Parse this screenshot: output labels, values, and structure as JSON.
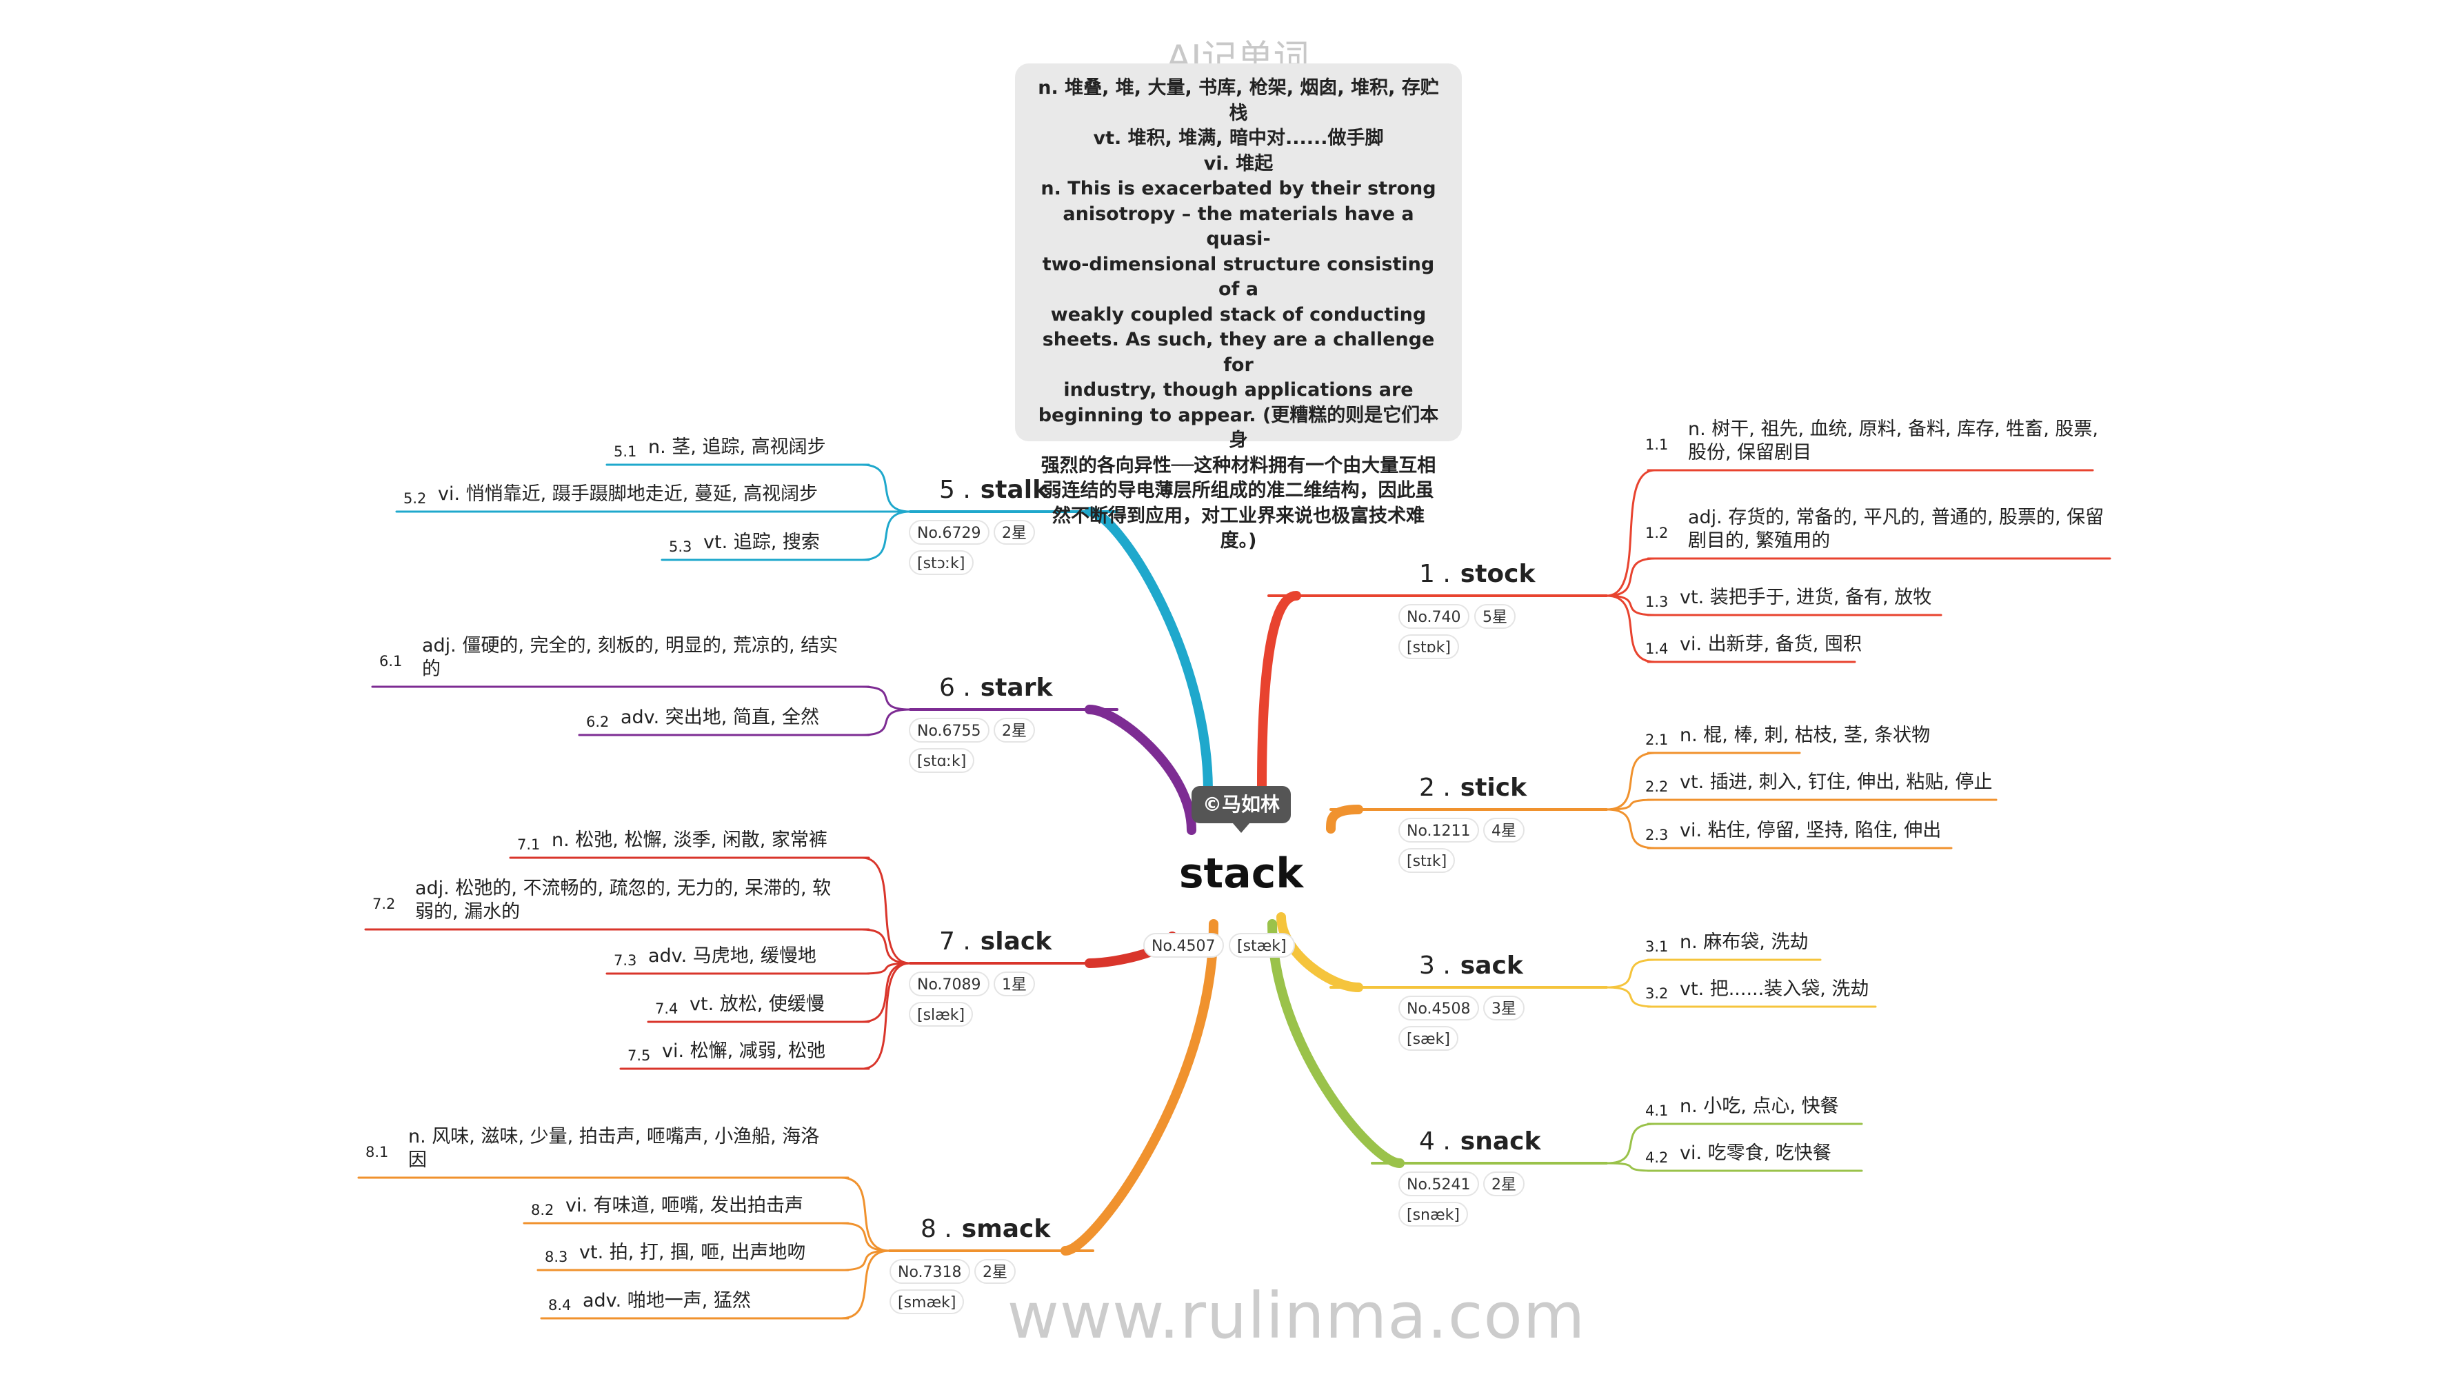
{
  "watermark_top": "AI记单词",
  "watermark_bottom": "www.rulinma.com",
  "note_lines": [
    "n. 堆叠, 堆, 大量, 书库, 枪架, 烟囱, 堆积, 存贮栈",
    "vt. 堆积, 堆满, 暗中对......做手脚",
    "vi. 堆起",
    "n. This is exacerbated by their strong",
    "anisotropy – the materials have a quasi-",
    "two-dimensional structure consisting of a",
    "weakly coupled stack of conducting",
    "sheets. As such, they are a challenge for",
    "industry, though applications are",
    "beginning to appear. (更糟糕的则是它们本身",
    "强烈的各向异性──这种材料拥有一个由大量互相",
    "弱连结的导电薄层所组成的准二维结构，因此虽",
    "然不断得到应用，对工业界来说也极富技术难",
    "度。)"
  ],
  "center": {
    "word": "stack",
    "no": "No.4507",
    "phonetic": "[stæk]",
    "author": "©马如林"
  },
  "branches": [
    {
      "num": "1 .",
      "word": "stock",
      "no": "No.740",
      "stars": "5星",
      "phonetic": "[stɒk]",
      "color": "#e8432f",
      "leaves": [
        {
          "num": "1.1",
          "text": [
            "n. 树干, 祖先, 血统, 原料, 备料, 库存, 牲畜, 股票,",
            "股份, 保留剧目"
          ]
        },
        {
          "num": "1.2",
          "text": [
            "adj. 存货的, 常备的, 平凡的, 普通的, 股票的, 保留",
            "剧目的, 繁殖用的"
          ]
        },
        {
          "num": "1.3",
          "text": [
            "vt. 装把手于, 进货, 备有, 放牧"
          ]
        },
        {
          "num": "1.4",
          "text": [
            "vi. 出新芽, 备货, 囤积"
          ]
        }
      ]
    },
    {
      "num": "2 .",
      "word": "stick",
      "no": "No.1211",
      "stars": "4星",
      "phonetic": "[stɪk]",
      "color": "#f0922e",
      "leaves": [
        {
          "num": "2.1",
          "text": [
            "n. 棍, 棒, 刺, 枯枝, 茎, 条状物"
          ]
        },
        {
          "num": "2.2",
          "text": [
            "vt. 插进, 刺入, 钉住, 伸出, 粘贴, 停止"
          ]
        },
        {
          "num": "2.3",
          "text": [
            "vi. 粘住, 停留, 坚持, 陷住, 伸出"
          ]
        }
      ]
    },
    {
      "num": "3 .",
      "word": "sack",
      "no": "No.4508",
      "stars": "3星",
      "phonetic": "[sæk]",
      "color": "#f5c43c",
      "leaves": [
        {
          "num": "3.1",
          "text": [
            "n. 麻布袋, 洗劫"
          ]
        },
        {
          "num": "3.2",
          "text": [
            "vt. 把......装入袋, 洗劫"
          ]
        }
      ]
    },
    {
      "num": "4 .",
      "word": "snack",
      "no": "No.5241",
      "stars": "2星",
      "phonetic": "[snæk]",
      "color": "#9ac24a",
      "leaves": [
        {
          "num": "4.1",
          "text": [
            "n. 小吃, 点心, 快餐"
          ]
        },
        {
          "num": "4.2",
          "text": [
            "vi. 吃零食, 吃快餐"
          ]
        }
      ]
    },
    {
      "num": "5 .",
      "word": "stalk",
      "no": "No.6729",
      "stars": "2星",
      "phonetic": "[stɔːk]",
      "color": "#1fa8cc",
      "leaves": [
        {
          "num": "5.1",
          "text": [
            "n. 茎, 追踪, 高视阔步"
          ]
        },
        {
          "num": "5.2",
          "text": [
            "vi. 悄悄靠近, 蹑手蹑脚地走近, 蔓延, 高视阔步"
          ]
        },
        {
          "num": "5.3",
          "text": [
            "vt. 追踪, 搜索"
          ]
        }
      ]
    },
    {
      "num": "6 .",
      "word": "stark",
      "no": "No.6755",
      "stars": "2星",
      "phonetic": "[stɑːk]",
      "color": "#7d2c93",
      "leaves": [
        {
          "num": "6.1",
          "text": [
            "adj. 僵硬的, 完全的, 刻板的, 明显的, 荒凉的, 结实",
            "的"
          ]
        },
        {
          "num": "6.2",
          "text": [
            "adv. 突出地, 简直, 全然"
          ]
        }
      ]
    },
    {
      "num": "7 .",
      "word": "slack",
      "no": "No.7089",
      "stars": "1星",
      "phonetic": "[slæk]",
      "color": "#d9352b",
      "leaves": [
        {
          "num": "7.1",
          "text": [
            "n. 松弛, 松懈, 淡季, 闲散, 家常裤"
          ]
        },
        {
          "num": "7.2",
          "text": [
            "adj. 松弛的, 不流畅的, 疏忽的, 无力的, 呆滞的, 软",
            "弱的, 漏水的"
          ]
        },
        {
          "num": "7.3",
          "text": [
            "adv. 马虎地, 缓慢地"
          ]
        },
        {
          "num": "7.4",
          "text": [
            "vt. 放松, 使缓慢"
          ]
        },
        {
          "num": "7.5",
          "text": [
            "vi. 松懈, 减弱, 松弛"
          ]
        }
      ]
    },
    {
      "num": "8 .",
      "word": "smack",
      "no": "No.7318",
      "stars": "2星",
      "phonetic": "[smæk]",
      "color": "#f0922e",
      "leaves": [
        {
          "num": "8.1",
          "text": [
            "n. 风味, 滋味, 少量, 拍击声, 咂嘴声, 小渔船, 海洛",
            "因"
          ]
        },
        {
          "num": "8.2",
          "text": [
            "vi. 有味道, 咂嘴, 发出拍击声"
          ]
        },
        {
          "num": "8.3",
          "text": [
            "vt. 拍, 打, 掴, 咂, 出声地吻"
          ]
        },
        {
          "num": "8.4",
          "text": [
            "adv. 啪地一声, 猛然"
          ]
        }
      ]
    }
  ]
}
